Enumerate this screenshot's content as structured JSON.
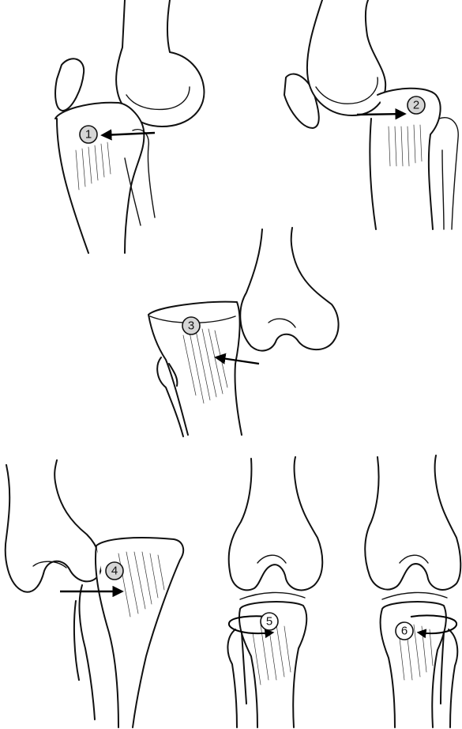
{
  "panels": [
    {
      "id": "panel-1",
      "marker": "1",
      "arrow_direction": "left"
    },
    {
      "id": "panel-2",
      "marker": "2",
      "arrow_direction": "right"
    },
    {
      "id": "panel-3",
      "marker": "3",
      "arrow_direction": "left"
    },
    {
      "id": "panel-4",
      "marker": "4",
      "arrow_direction": "right"
    },
    {
      "id": "panel-5",
      "marker": "5",
      "arrow_direction": "clockwise"
    },
    {
      "id": "panel-6",
      "marker": "6",
      "arrow_direction": "counterclockwise"
    }
  ],
  "colors": {
    "ink": "#111111",
    "marker_fill": "#d6d6d6",
    "background": "#ffffff"
  }
}
